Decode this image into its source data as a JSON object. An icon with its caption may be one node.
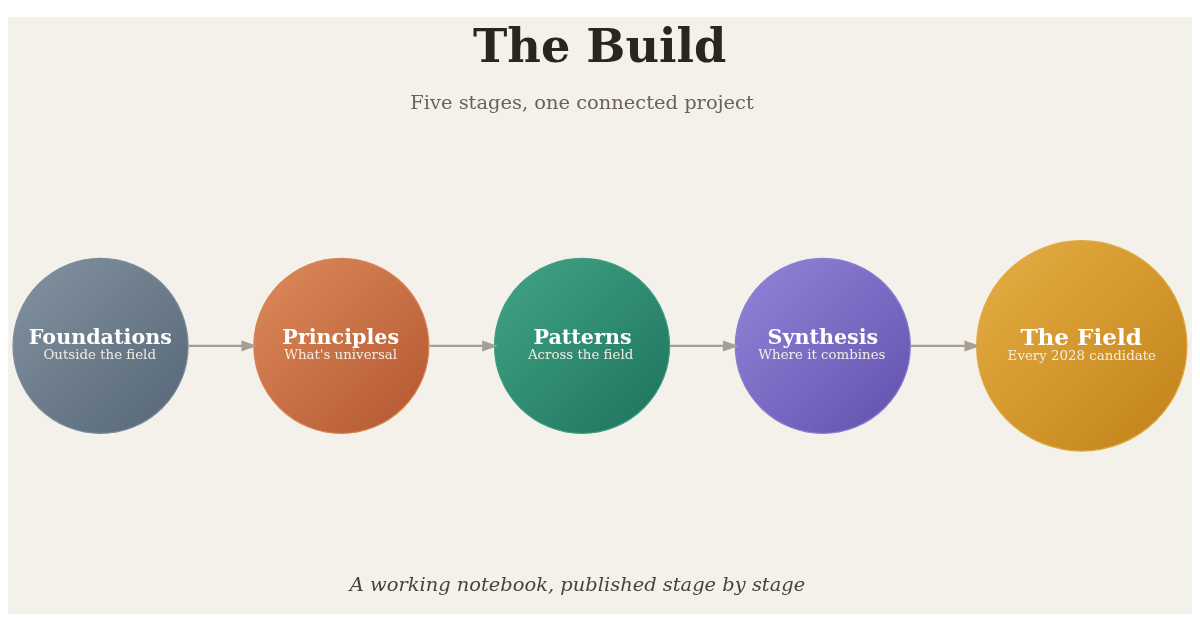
{
  "diagram": {
    "title": "The Build",
    "caption": "A working notebook, published stage by stage",
    "nodes": [
      {
        "text": [
          "Foundations",
          "Outside the field"
        ]
      },
      {
        "text": [
          "Principles",
          "What's universal"
        ]
      },
      {
        "text": [
          "Patterns",
          "Across the field"
        ]
      },
      {
        "text": [
          "Synthesis",
          "Where it combines"
        ]
      },
      {
        "text": [
          "The Field",
          "Every 2028 candidate"
        ]
      }
    ],
    "edges": [
      {
        "from": 0,
        "to": 1,
        "arrow": "to"
      },
      {
        "from": 1,
        "to": 2,
        "arrow": "to"
      },
      {
        "from": 2,
        "to": 3,
        "arrow": "to"
      },
      {
        "from": 3,
        "to": 4,
        "arrow": "to"
      }
    ],
    "labels": [
      "Five stages, one connected project"
    ]
  }
}
